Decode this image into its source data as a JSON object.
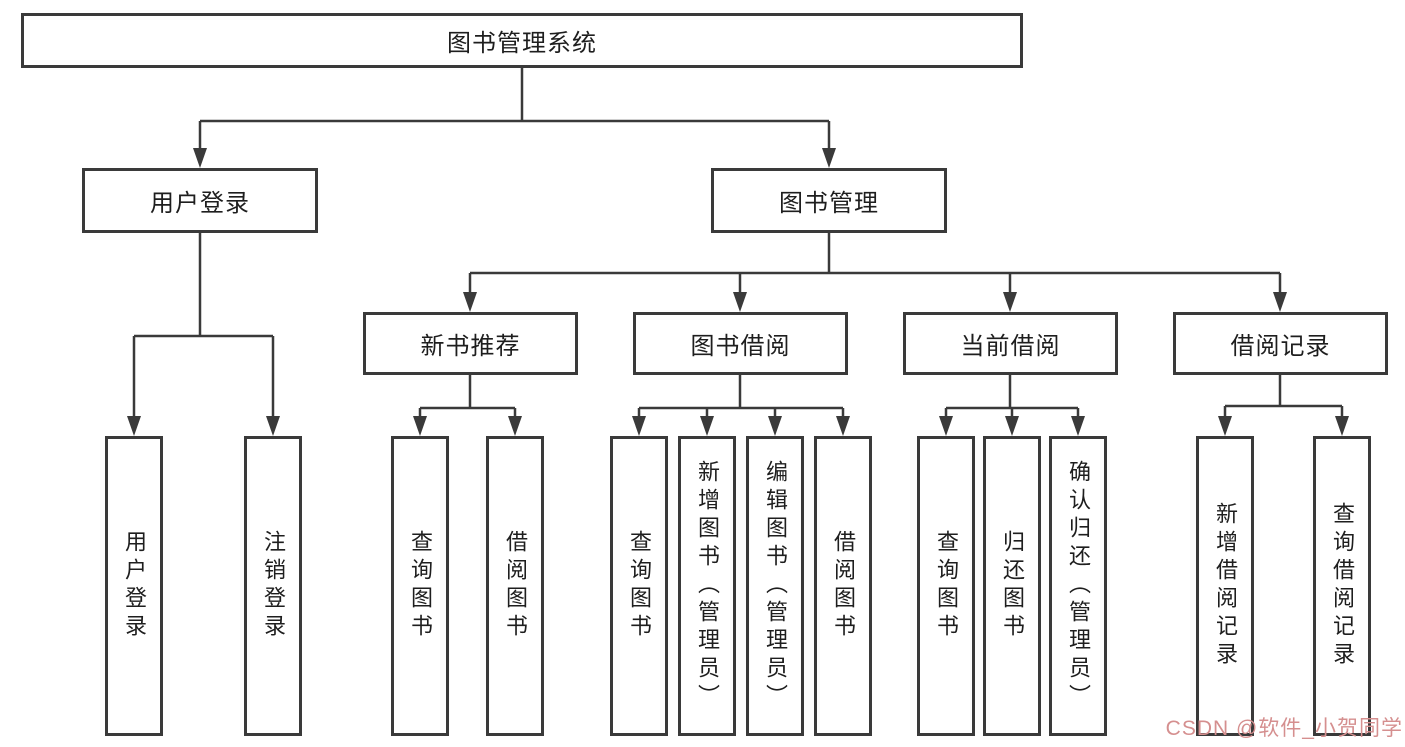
{
  "tree": {
    "root": {
      "label": "图书管理系统",
      "children": [
        {
          "label": "用户登录",
          "children": [
            {
              "label": "用户登录"
            },
            {
              "label": "注销登录"
            }
          ]
        },
        {
          "label": "图书管理",
          "children": [
            {
              "label": "新书推荐",
              "children": [
                {
                  "label": "查询图书"
                },
                {
                  "label": "借阅图书"
                }
              ]
            },
            {
              "label": "图书借阅",
              "children": [
                {
                  "label": "查询图书"
                },
                {
                  "label": "新增图书（管理员）"
                },
                {
                  "label": "编辑图书（管理员）"
                },
                {
                  "label": "借阅图书"
                }
              ]
            },
            {
              "label": "当前借阅",
              "children": [
                {
                  "label": "查询图书"
                },
                {
                  "label": "归还图书"
                },
                {
                  "label": "确认归还（管理员）"
                }
              ]
            },
            {
              "label": "借阅记录",
              "children": [
                {
                  "label": "新增借阅记录"
                },
                {
                  "label": "查询借阅记录"
                }
              ]
            }
          ]
        }
      ]
    }
  },
  "watermark": {
    "text": "CSDN @软件_小贺同学",
    "color": "#d58f8f"
  },
  "colors": {
    "line": "#3a3a3a",
    "box_border": "#3a3a3a",
    "text": "#1e1e1e",
    "background": "#ffffff"
  }
}
